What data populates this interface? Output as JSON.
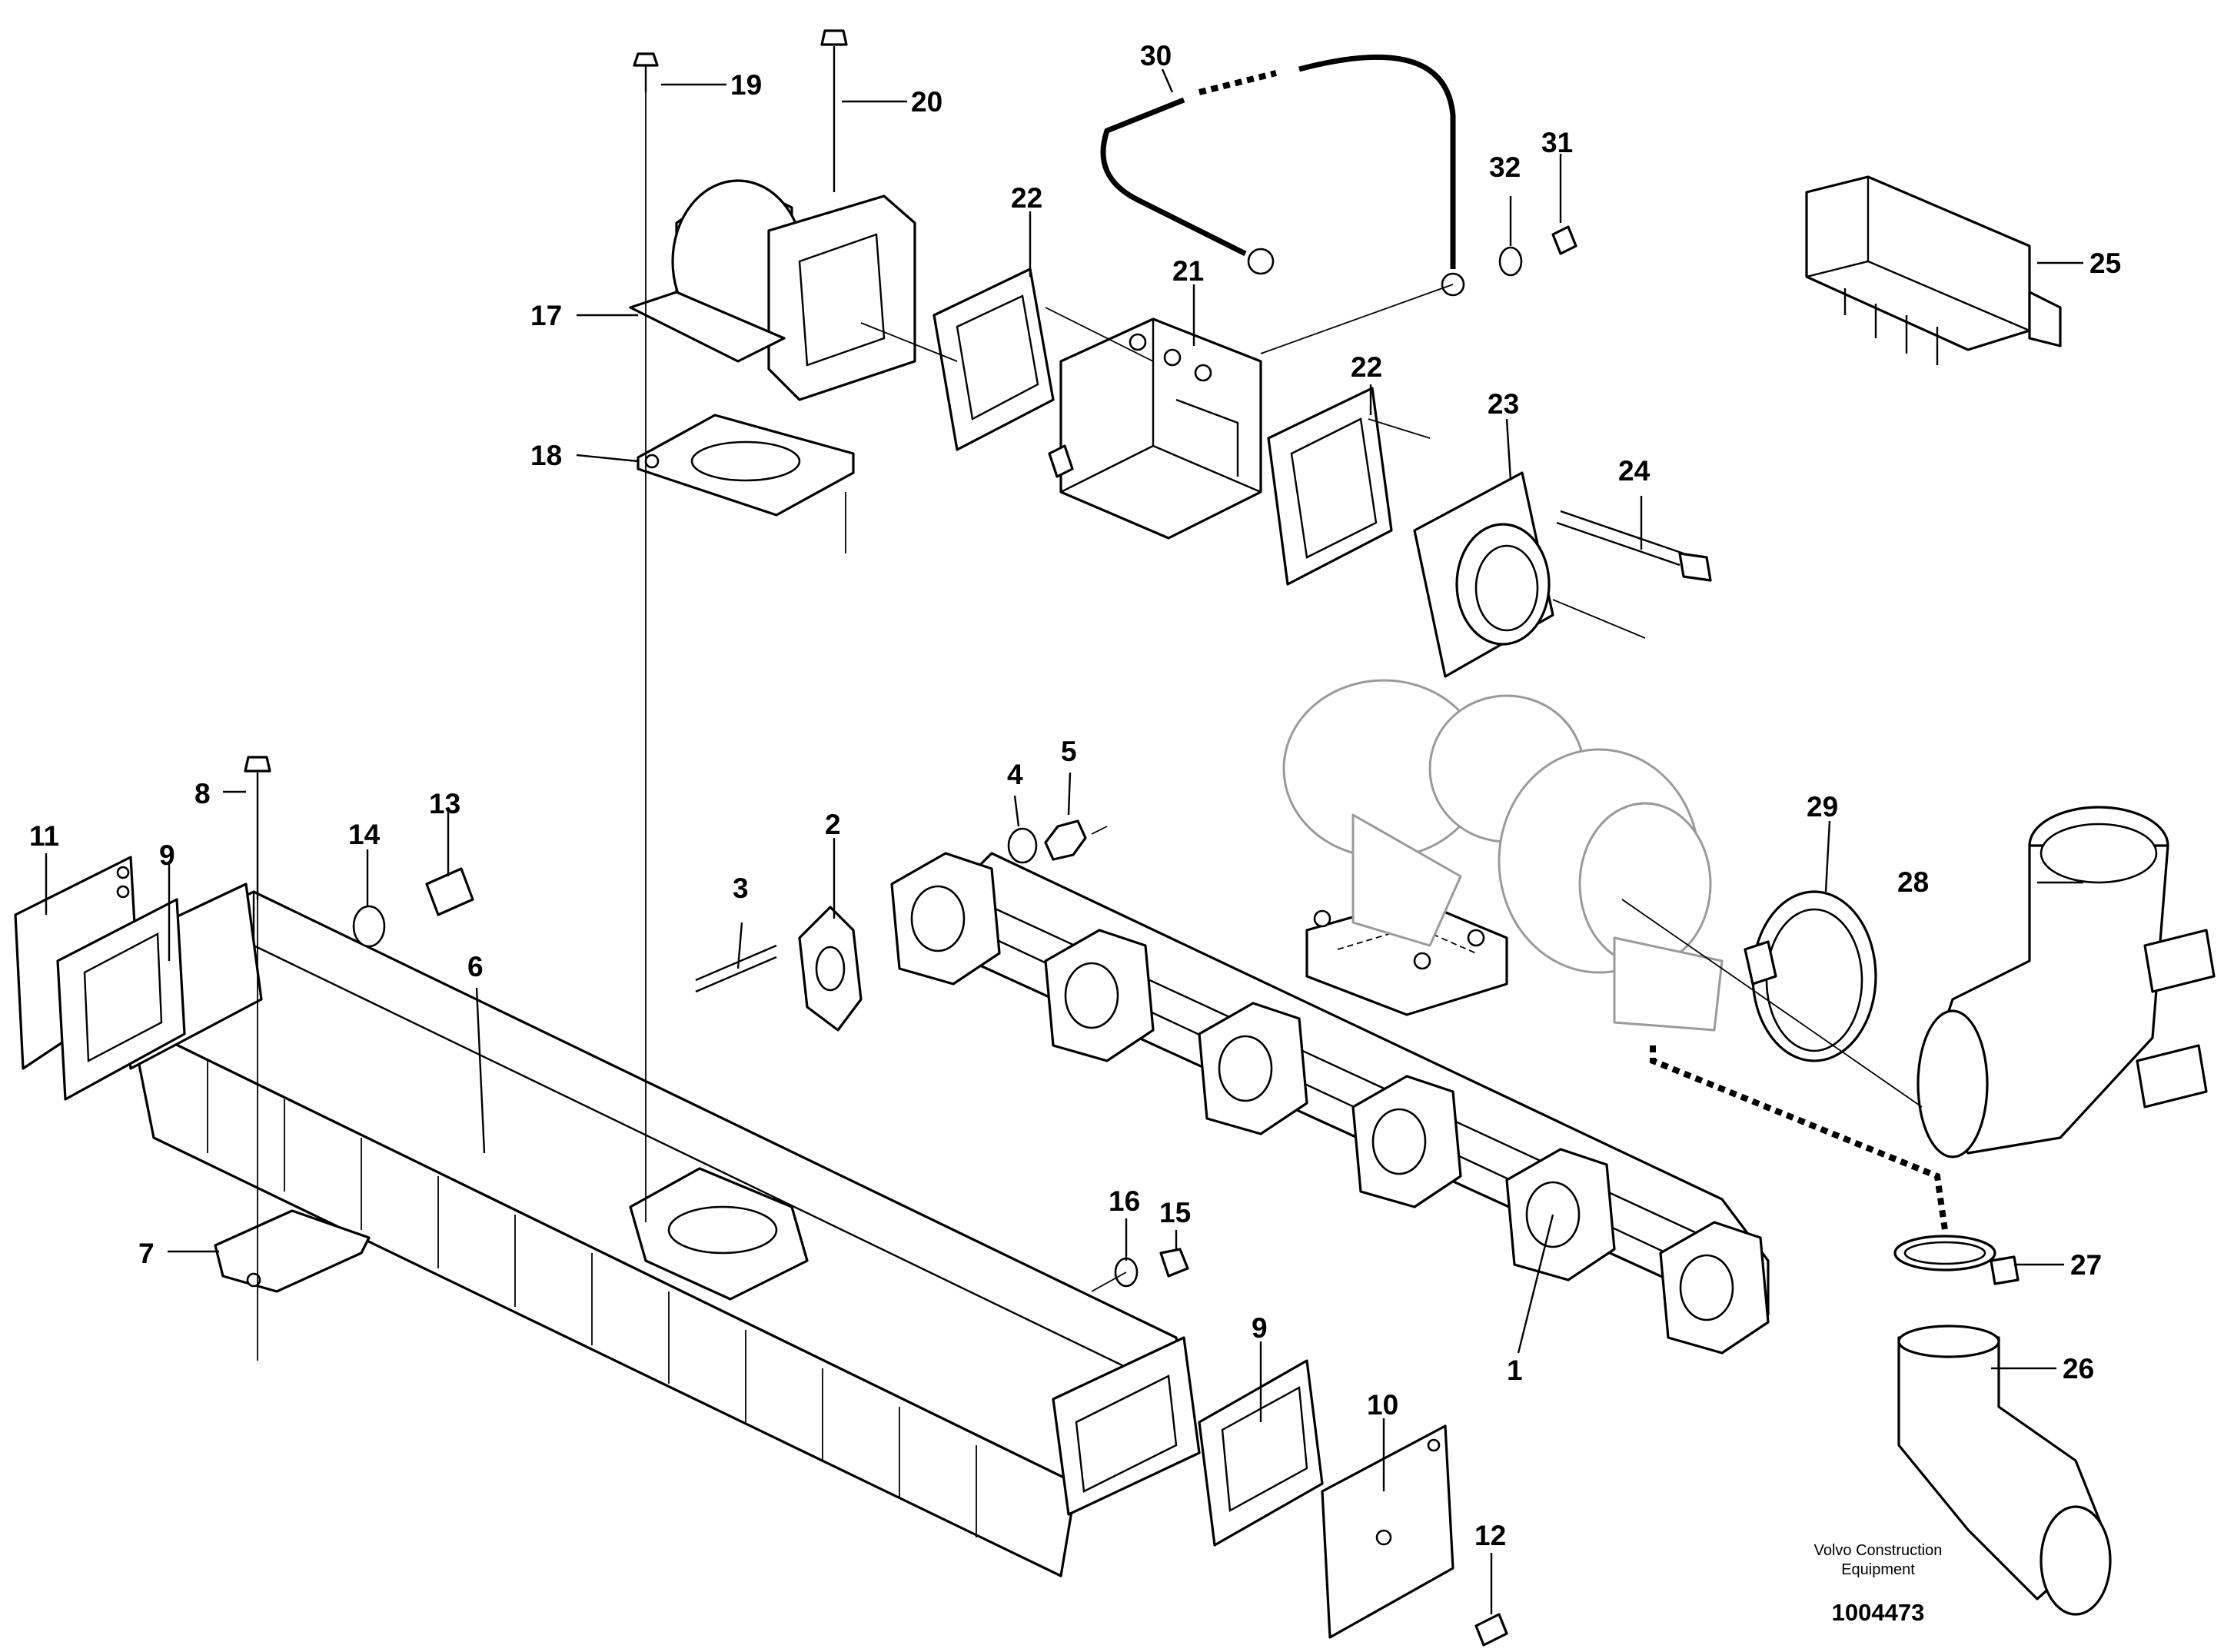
{
  "callouts": {
    "c1": "1",
    "c2": "2",
    "c3": "3",
    "c4": "4",
    "c5": "5",
    "c6": "6",
    "c7": "7",
    "c8": "8",
    "c9a": "9",
    "c9b": "9",
    "c10": "10",
    "c11": "11",
    "c12": "12",
    "c13": "13",
    "c14": "14",
    "c15": "15",
    "c16": "16",
    "c17": "17",
    "c18": "18",
    "c19": "19",
    "c20": "20",
    "c21": "21",
    "c22a": "22",
    "c22b": "22",
    "c23": "23",
    "c24": "24",
    "c25": "25",
    "c26": "26",
    "c27": "27",
    "c28": "28",
    "c29": "29",
    "c30": "30",
    "c31": "31",
    "c32": "32"
  },
  "credit": {
    "line1": "Volvo Construction",
    "line2": "Equipment",
    "doc_number": "1004473"
  }
}
